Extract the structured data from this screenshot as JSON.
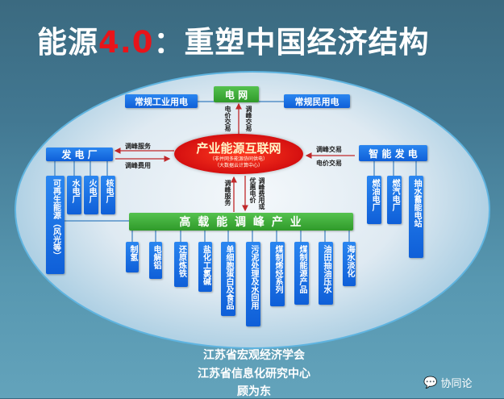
{
  "title": {
    "pre": "能源",
    "red": "4.0",
    "post": "：重塑中国经济结构"
  },
  "grid": "电 网",
  "industrial": "常规工业用电",
  "residential": "常规民用电",
  "hub": {
    "main": "产业能源互联网",
    "sub1": "（非并网多能源协同供电）",
    "sub2": "（大数据云计算中心）"
  },
  "grid_links": {
    "left": "电价交易",
    "right": "调峰交易"
  },
  "plant": {
    "label": "发 电 厂",
    "items": [
      "可再生能源（风光等）",
      "水电厂",
      "火电厂",
      "核电厂"
    ],
    "link_top": "调峰服务",
    "link_bottom": "调峰费用"
  },
  "smart": {
    "label": "智 能 发 电",
    "items": [
      "燃油电厂",
      "燃汽电厂",
      "抽水蓄能电站"
    ],
    "link_top": "调峰交易",
    "link_bottom": "电价交易"
  },
  "industry": {
    "label": "高 载 能 调 峰 产 业",
    "link_left": "调峰服务",
    "link_mid": "优惠电价",
    "link_right": "调峰费用或",
    "items": [
      "制氢",
      "电解铝",
      "还原炼铁",
      "盐化工氯碱",
      "单细胞蛋白及食品",
      "污泥处理及水回用",
      "煤制烯烃系列",
      "煤制能源产品",
      "油田抽油压水",
      "海水淡化"
    ]
  },
  "footer": [
    "江苏省宏观经济学会",
    "江苏省信息化研究中心",
    "顾为东"
  ],
  "watermark": "协同论",
  "colors": {
    "box": "#1667e0",
    "green": "#3aa835",
    "hub": "#d51010",
    "arrow": "#c0282a"
  }
}
